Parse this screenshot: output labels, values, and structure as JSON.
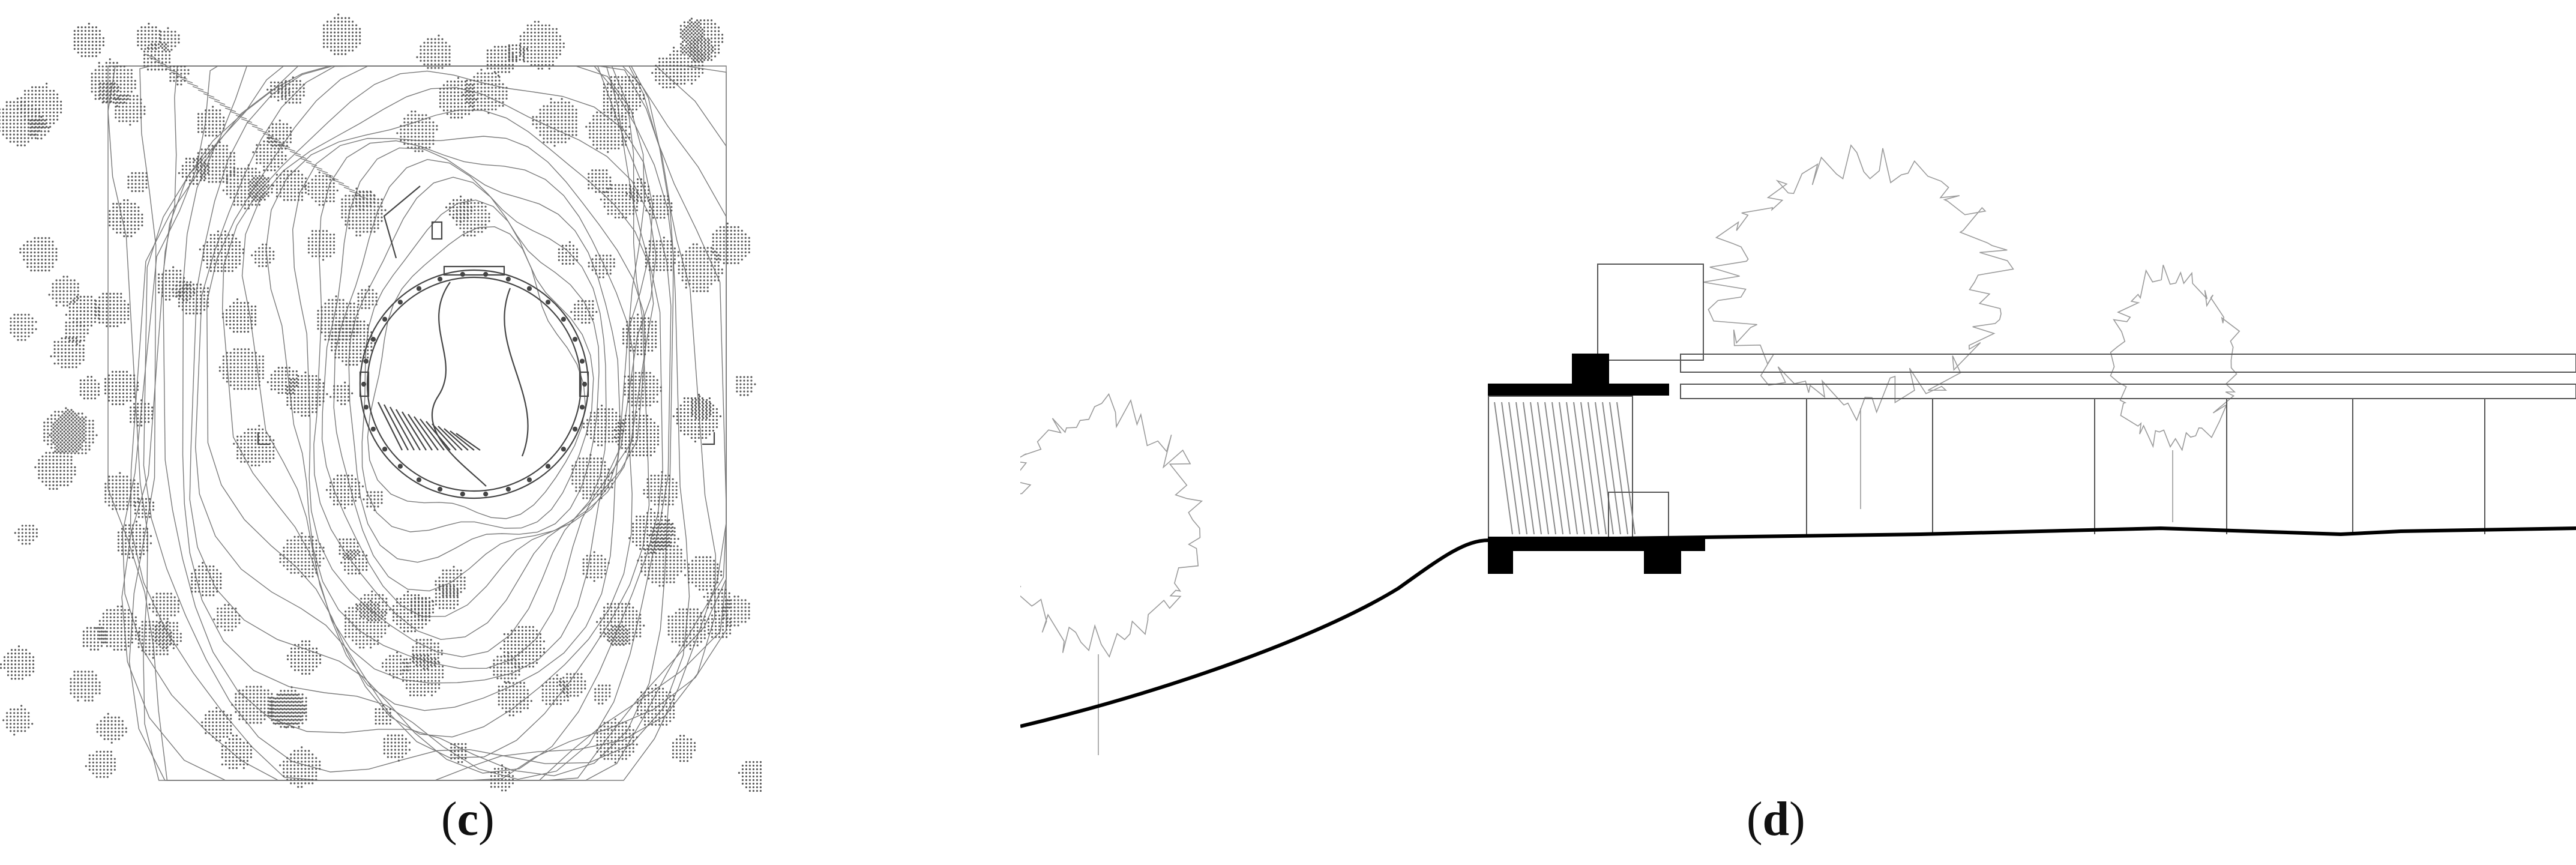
{
  "figure": {
    "panels": [
      {
        "id": "c",
        "caption": "(c)",
        "kind": "site-plan"
      },
      {
        "id": "d",
        "kind": "section"
      }
    ],
    "caption_c": {
      "open": "(",
      "letter": "c",
      "close": ")"
    },
    "caption_d": {
      "open": "(",
      "letter": "d",
      "close": ")"
    },
    "colors": {
      "line": "#6f6f6f",
      "ink": "#000000",
      "tree_dots": "#555555",
      "background": "#ffffff"
    }
  }
}
